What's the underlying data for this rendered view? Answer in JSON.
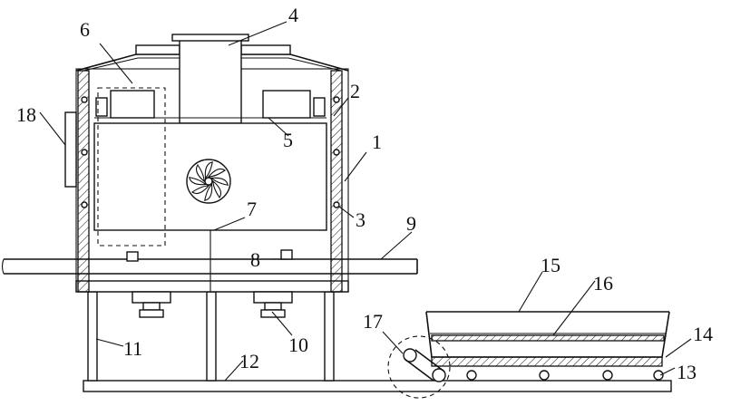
{
  "labels": {
    "l1": "1",
    "l2": "2",
    "l3": "3",
    "l4": "4",
    "l5": "5",
    "l6": "6",
    "l7": "7",
    "l8": "8",
    "l9": "9",
    "l10": "10",
    "l11": "11",
    "l12": "12",
    "l13": "13",
    "l14": "14",
    "l15": "15",
    "l16": "16",
    "l17": "17",
    "l18": "18"
  },
  "icons": {
    "fan": "fan-icon",
    "wheel": "wheel-icon"
  },
  "colors": {
    "line": "#111111",
    "background": "#ffffff"
  }
}
